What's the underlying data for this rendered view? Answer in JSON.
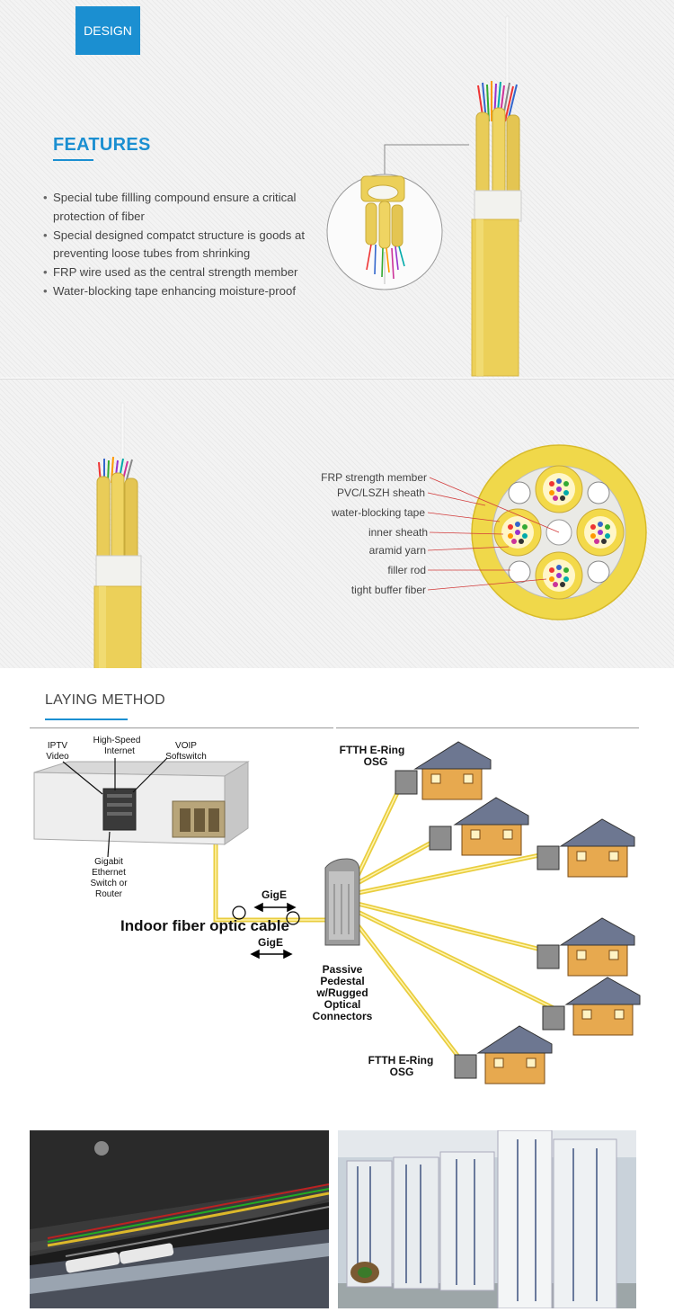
{
  "badge": {
    "label": "DESIGN"
  },
  "features": {
    "title": "FEATURES",
    "items": [
      {
        "bullet": "•",
        "lines": [
          "Special tube fillling compound ensure a critical",
          "protection of fiber"
        ]
      },
      {
        "bullet": "•",
        "lines": [
          "Special designed compatct structure is goods at",
          "preventing loose tubes from shrinking"
        ]
      },
      {
        "bullet": "•",
        "lines": [
          "FRP wire used as the central strength member"
        ]
      },
      {
        "bullet": "•",
        "lines": [
          "Water-blocking tape enhancing moisture-proof"
        ]
      }
    ]
  },
  "cross_section": {
    "labels": [
      "FRP strength member",
      "PVC/LSZH sheath",
      "water-blocking tape",
      "inner sheath",
      "aramid yarn",
      "filler rod",
      "tight buffer fiber"
    ]
  },
  "laying": {
    "title": "LAYING METHOD",
    "diagram": {
      "iptv": [
        "IPTV",
        "Video"
      ],
      "highspeed": [
        "High-Speed",
        "Internet"
      ],
      "voip": [
        "VOIP",
        "Softswitch"
      ],
      "switch": [
        "Gigabit",
        "Ethernet",
        "Switch or",
        "Router"
      ],
      "ftth_top": [
        "FTTH E-Ring",
        "OSG"
      ],
      "ftth_bottom": [
        "FTTH E-Ring",
        "OSG"
      ],
      "gige_top": "GigE",
      "gige_bottom": "GigE",
      "cable_label": "Indoor fiber optic cable",
      "pedestal": [
        "Passive",
        "Pedestal",
        "w/Rugged",
        "Optical",
        "Connectors"
      ]
    }
  },
  "colors": {
    "accent": "#1b8fd1",
    "cable_yellow": "#eccc52",
    "label_red": "#d23b3b"
  }
}
